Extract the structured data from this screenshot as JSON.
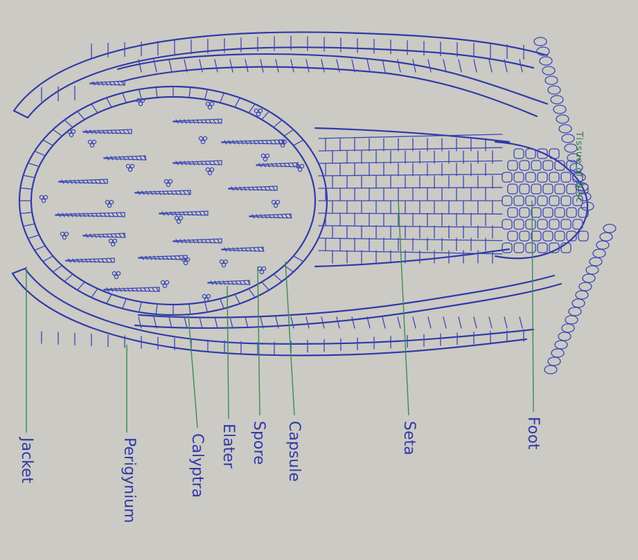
{
  "diagram": {
    "labels": {
      "foot": "Foot",
      "seta": "Seta",
      "capsule": "Capsule",
      "spore": "Spore",
      "elater": "Elater",
      "calyptra": "Calyptra",
      "perigynium": "Perigynium",
      "jacket": "Jacket",
      "tissue_of_disc": "Tissue of Disc"
    },
    "colors": {
      "ink": "#2f3aa8",
      "leader": "#3d8a52",
      "paper": "#c9c8c2"
    }
  }
}
